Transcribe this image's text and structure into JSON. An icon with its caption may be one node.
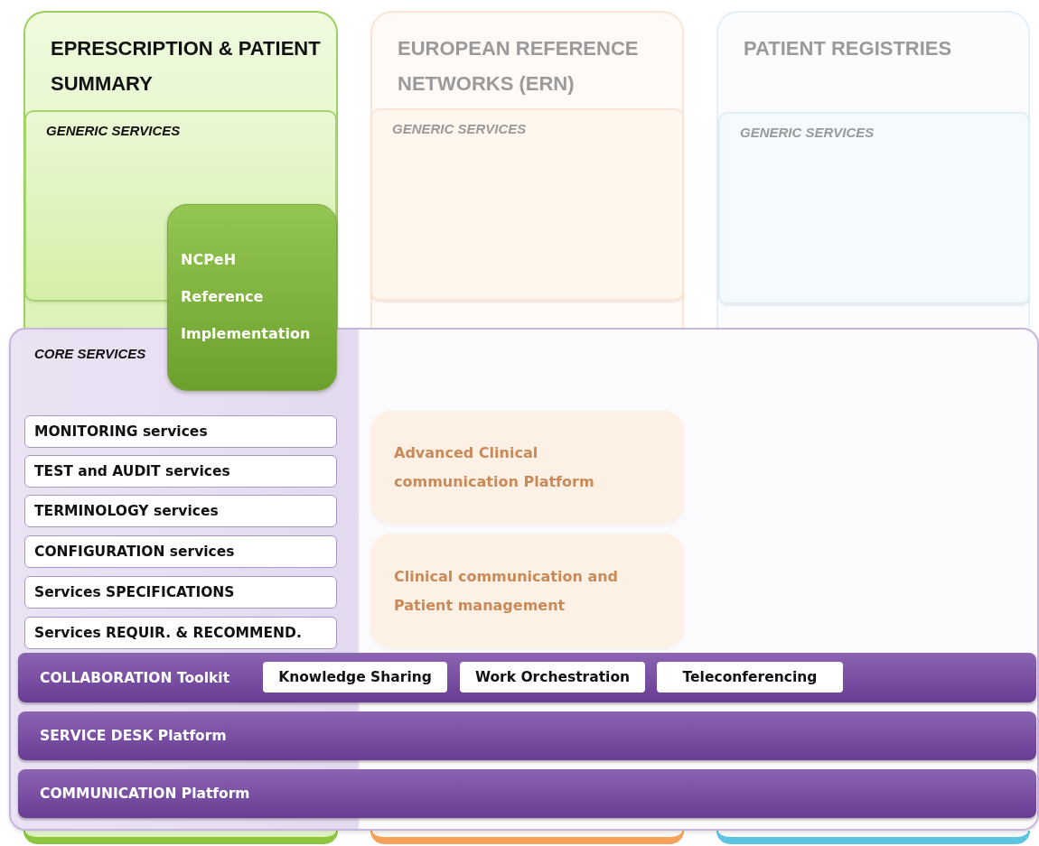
{
  "diagram": {
    "nodes": [
      {
        "text": [
          "EPRESCRIPTION & PATIENT SUMMARY"
        ]
      },
      {
        "text": [
          "GENERIC SERVICES"
        ],
        "in": 0
      },
      {
        "text": [
          "EUROPEAN REFERENCE NETWORKS (ERN)"
        ]
      },
      {
        "text": [
          "GENERIC SERVICES"
        ],
        "in": 2
      },
      {
        "text": [
          "PATIENT REGISTRIES"
        ]
      },
      {
        "text": [
          "GENERIC SERVICES"
        ],
        "in": 4
      },
      {
        "text": [
          "CORE SERVICES"
        ]
      },
      {
        "text": [
          "NCPeH Reference Implementation"
        ]
      },
      {
        "text": [
          "MONITORING services"
        ],
        "in": 6
      },
      {
        "text": [
          "TEST and AUDIT services"
        ],
        "in": 6
      },
      {
        "text": [
          "TERMINOLOGY services"
        ],
        "in": 6
      },
      {
        "text": [
          "CONFIGURATION services"
        ],
        "in": 6
      },
      {
        "text": [
          "Services SPECIFICATIONS"
        ],
        "in": 6
      },
      {
        "text": [
          "Services REQUIR. & RECOMMEND."
        ],
        "in": 6
      },
      {
        "text": [
          "Advanced Clinical communication Platform"
        ],
        "in": 6
      },
      {
        "text": [
          "Clinical communication and Patient management"
        ],
        "in": 6
      },
      {
        "text": [
          "COLLABORATION Toolkit"
        ],
        "in": 6
      },
      {
        "text": [
          "Knowledge Sharing"
        ],
        "in": 16
      },
      {
        "text": [
          "Work Orchestration"
        ],
        "in": 16
      },
      {
        "text": [
          "Teleconferencing"
        ],
        "in": 16
      },
      {
        "text": [
          "SERVICE DESK Platform"
        ],
        "in": 6
      },
      {
        "text": [
          "COMMUNICATION Platform"
        ],
        "in": 6
      }
    ]
  }
}
